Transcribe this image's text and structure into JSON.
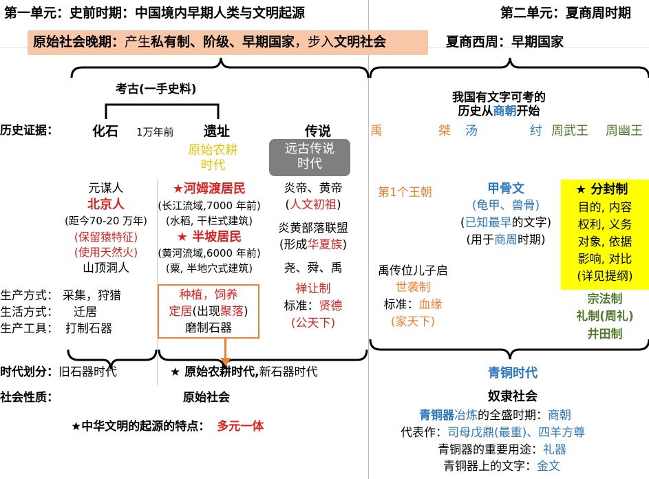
{
  "header": {
    "unit1_title": "第一单元：史前时期：中国境内早期人类与文明起源",
    "unit2_title": "第二单元：夏商周时期"
  },
  "banner": {
    "left": [
      "原始社会晚期：",
      "产生",
      "私有制、阶级、早期国家",
      "，步入",
      "文明社会"
    ],
    "right": "夏商西周：早期国家"
  },
  "archaeology": {
    "title": "考古(一手史料)",
    "fossil": "化石",
    "years": "1万年前",
    "ruins": "遗址",
    "legend": "传说",
    "evidence_label": "历史证据：",
    "farming_era": [
      "原始农耕",
      "时代"
    ],
    "legend_era": [
      "远古传说",
      "时代"
    ]
  },
  "fossils": {
    "yuanmou": "元谋人",
    "peking": "北京人",
    "peking_date": "(距今70-20 万年)",
    "ape_traits": "(保留猿特征)",
    "fire": "(使用天然火)",
    "upper_cave": "山顶洞人"
  },
  "ruins": {
    "hemudu": "★河姆渡居民",
    "hemudu_region": "(长江流域,7000 年前)",
    "hemudu_detail": "(水稻, 干栏式建筑)",
    "banpo": "★ 半坡居民",
    "banpo_region": "(黄河流域,6000 年前)",
    "banpo_detail": "(粟, 半地穴式建筑)",
    "plant_raise": "种植，饲养",
    "settle_a": "定居",
    "settle_b": "(出现",
    "settle_c": "聚落",
    "settle_d": ")",
    "polished_tools": "磨制石器"
  },
  "legend_col": {
    "yan_huang": "炎帝、黄帝",
    "humanity_paren_open": "(",
    "humanity": "人文初祖",
    "humanity_paren_close": ")",
    "alliance": "炎黄部落联盟",
    "huaxia_a": "(形成",
    "huaxia_b": "华夏族",
    "huaxia_c": ")",
    "yao_shun_yu": "尧、舜、禹",
    "abdication": "禅让制",
    "standard_label": "标准：",
    "standard_value": "贤德",
    "public": "(公天下)"
  },
  "lifestyle": {
    "production_label": "生产方式：",
    "production_value": "采集，狩猎",
    "living_label": "生活方式：",
    "living_value": "迁居",
    "tools_label": "生产工具：",
    "tools_value": "打制石器"
  },
  "eras": {
    "label": "时代划分：",
    "paleolithic": "旧石器时代",
    "neolithic_a": "★ 原始农耕时代,",
    "neolithic_b": "新石器时代",
    "society_label": "社会性质：",
    "primitive_society": "原始社会",
    "origin_label": "★中华文明的起源的特点：",
    "origin_value": "多元一体"
  },
  "xia_shang_zhou": {
    "written_history_a": "我国有文字可考的",
    "written_history_b": "历史从",
    "written_history_c": "商朝",
    "written_history_d": "开始",
    "yu": "禹",
    "jie": "桀",
    "tang": "汤",
    "zhou_king": "纣",
    "king_wu": "周武王",
    "king_you": "周幽王",
    "first_dynasty": "第1个王朝",
    "oracle_title": "甲骨文",
    "oracle_material": "(龟甲、兽骨)",
    "oracle_earliest_a": "(",
    "oracle_earliest_b": "已知最早",
    "oracle_earliest_c": "的文字)",
    "oracle_use_a": "(用于",
    "oracle_use_b": "商周",
    "oracle_use_c": "时期)",
    "succession": "禹传位儿子启",
    "hereditary": "世袭制",
    "standard_label": "标准：",
    "standard_value": "血缘",
    "family_world": "(家天下)"
  },
  "enfeoffment": {
    "title": "★ 分封制",
    "lines": [
      "目的, 内容",
      "权利, 义务",
      "对象, 依据",
      "影响, 对比",
      "(详见提纲)"
    ],
    "clan": "宗法制",
    "rites": "礼制(周礼)",
    "well_field": "井田制"
  },
  "bronze": {
    "era": "青铜时代",
    "society": "奴隶社会",
    "peak_a": "青铜器",
    "peak_b": "冶炼",
    "peak_c": "的全盛时期：",
    "peak_d": "商朝",
    "works_label": "代表作：",
    "works_value": "司母戊鼎(最重)、四羊方尊",
    "use_label": "青铜器的重要用途：",
    "use_value": "礼器",
    "script_label": "青铜器上的文字：",
    "script_value": "金文"
  },
  "colors": {
    "red": "#e02020",
    "orange": "#f08030",
    "blue": "#2b76c0",
    "yellow": "#ffff00",
    "green": "#4f7a2a",
    "banner_bg": "#f7c7a7",
    "grey_box": "#7f7f7f"
  },
  "icons": [
    "star-icon",
    "down-arrow-icon"
  ]
}
